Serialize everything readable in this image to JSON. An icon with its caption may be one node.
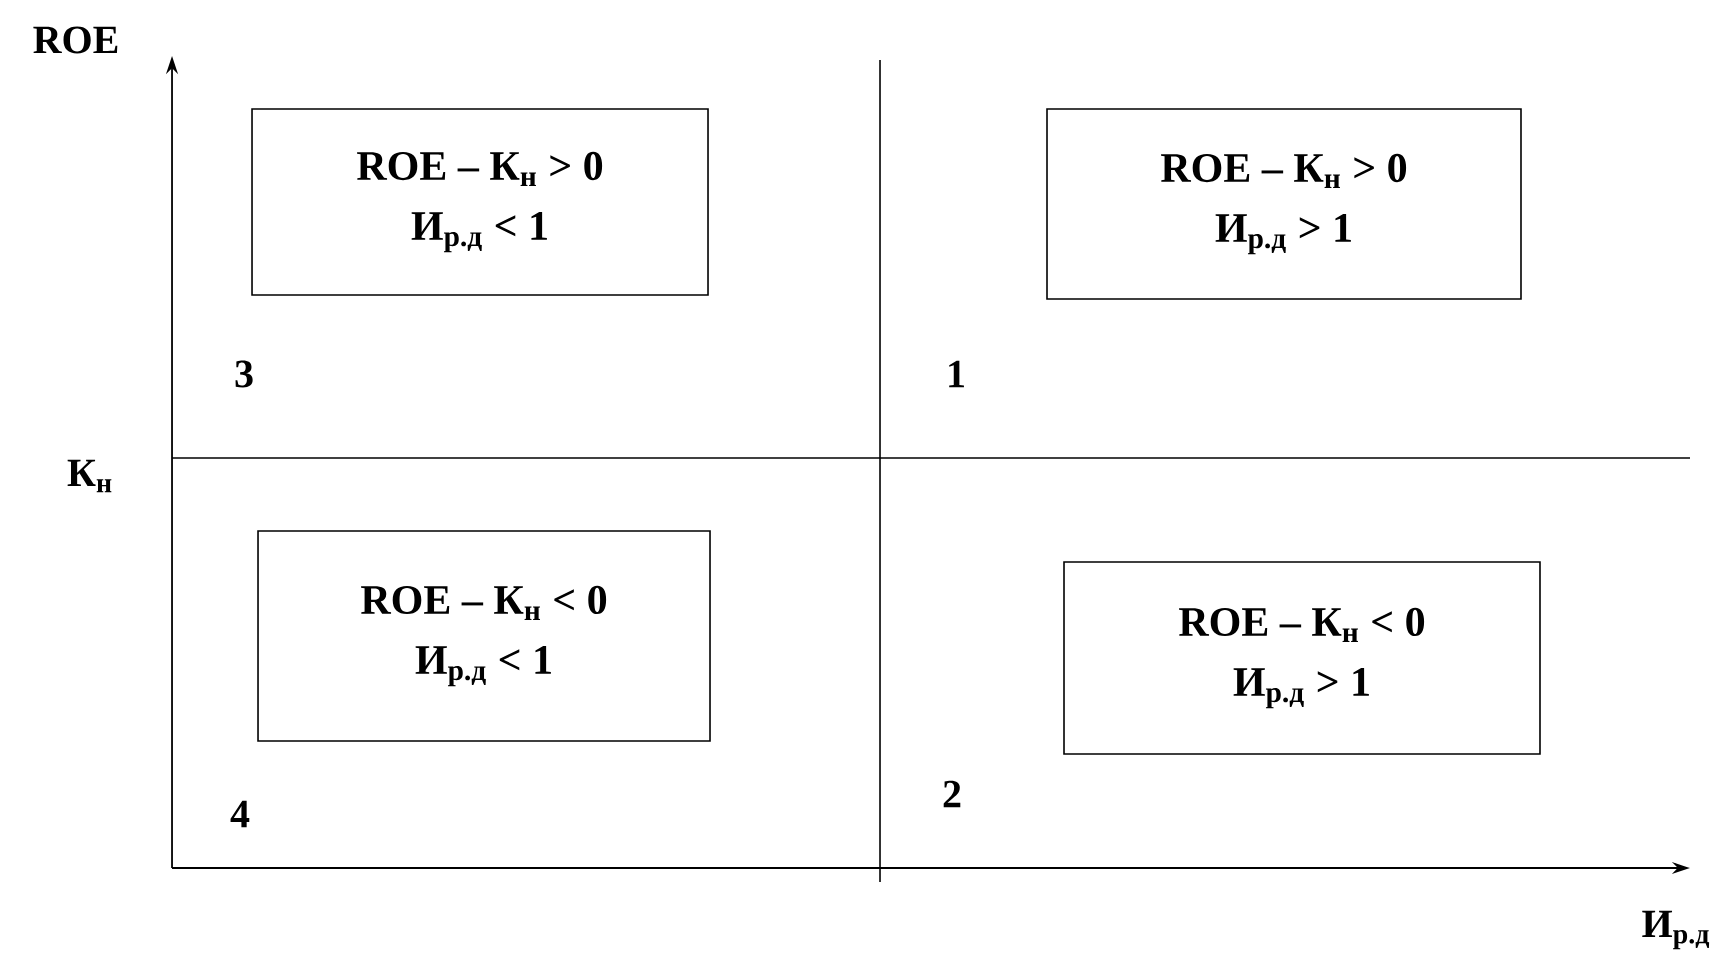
{
  "diagram": {
    "nodes": [
      {
        "text": [
          "ROE – К$_{н}$ > 0",
          "И$_{р.д}$ < 1"
        ]
      },
      {
        "text": [
          "ROE – К$_{н}$ > 0",
          "И$_{р.д}$ > 1"
        ]
      },
      {
        "text": [
          "ROE – К$_{н}$ < 0",
          "И$_{р.д}$ < 1"
        ]
      },
      {
        "text": [
          "ROE – К$_{н}$ < 0",
          "И$_{р.д}$ > 1"
        ]
      }
    ],
    "edges": [],
    "labels": [
      "ROE",
      "3",
      "1",
      "К$_{н}$",
      "4",
      "2",
      "И$_{р.д}$"
    ]
  }
}
